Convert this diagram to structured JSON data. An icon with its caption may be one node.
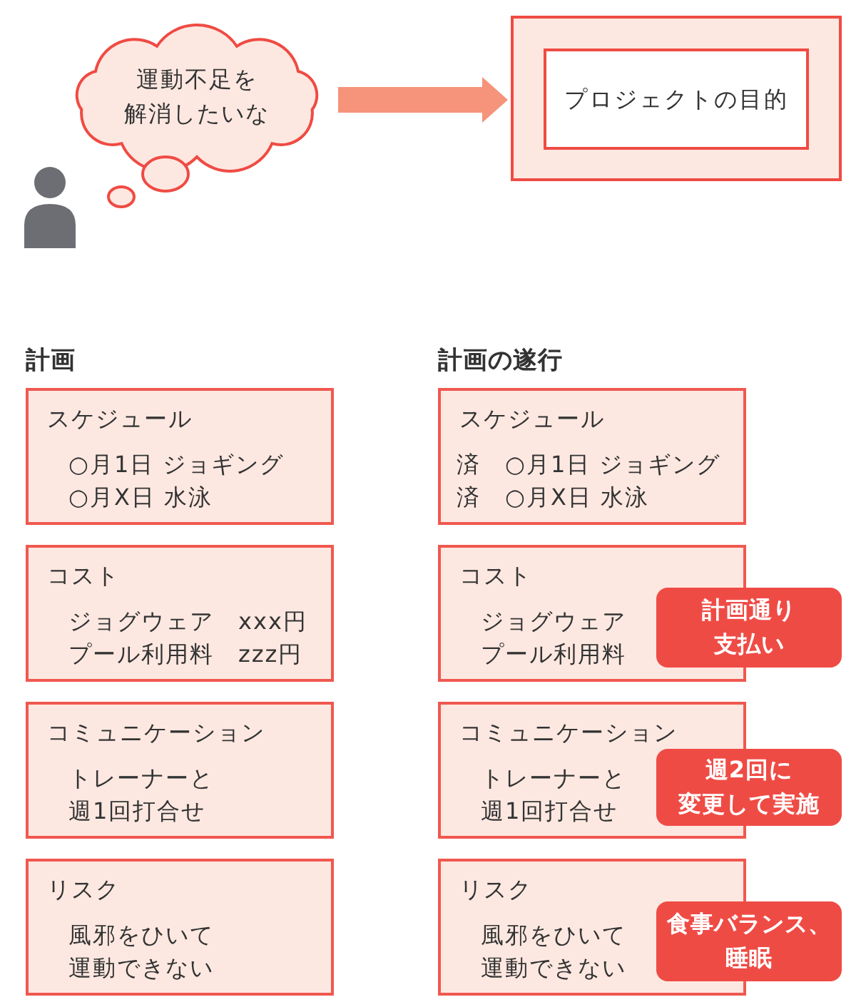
{
  "diagram": {
    "nodes": [
      {
        "text": [
          "運動不足を解消したいな"
        ]
      },
      {
        "text": [],
        "shape": "box"
      },
      {
        "text": [
          "プロジェクトの目的"
        ],
        "in": 1
      },
      {
        "text": [
          "スケジュール",
          "○月1日 ジョギング",
          "○月X日 水泳"
        ]
      },
      {
        "text": [
          "コスト",
          "ジョグウェア　xxx円",
          "プール利用料　zzz円"
        ]
      },
      {
        "text": [
          "コミュニケーション",
          "トレーナーと週1回打合せ"
        ]
      },
      {
        "text": [
          "リスク",
          "風邪をひいて運動できない"
        ]
      },
      {
        "text": [
          "スケジュール",
          "済　○月1日 ジョギング",
          "済　○月X日 水泳"
        ]
      },
      {
        "text": [
          "コスト",
          "ジョグウェア",
          "プール利用料"
        ]
      },
      {
        "text": [
          "計画通り支払い"
        ]
      },
      {
        "text": [
          "コミュニケーション",
          "トレーナーと週1回打合せ"
        ]
      },
      {
        "text": [
          "週2回に変更して実施"
        ]
      },
      {
        "text": [
          "リスク",
          "風邪をひいて運動できない"
        ]
      },
      {
        "text": [
          "食事バランス、睡眠"
        ]
      }
    ],
    "edges": [
      {
        "from": 0,
        "to": 1,
        "arrow": "to"
      }
    ],
    "labels": [
      "計画",
      "計画の遂行"
    ]
  }
}
